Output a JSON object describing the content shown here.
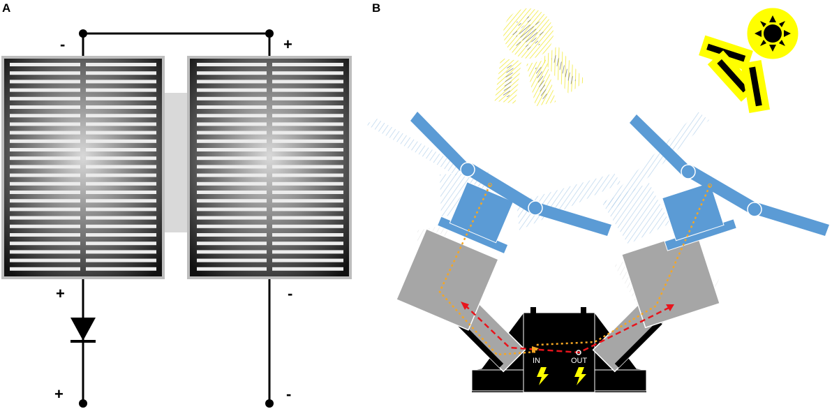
{
  "panels": {
    "a_label": "A",
    "b_label": "B"
  },
  "panel_a": {
    "top_left_sign": "-",
    "top_right_sign": "+",
    "left_diode_sign_top": "+",
    "left_terminal_sign": "+",
    "right_mid_sign": "-",
    "right_terminal_sign": "-"
  },
  "panel_b": {
    "in_label": "IN",
    "out_label": "OUT"
  },
  "colors": {
    "panel_blue": "#5b9bd5",
    "sun_yellow": "#ffff00",
    "path_red": "#e8141c",
    "path_orange": "#f5a623",
    "device_gray": "#a6a6a6",
    "housing_black": "#000000"
  }
}
